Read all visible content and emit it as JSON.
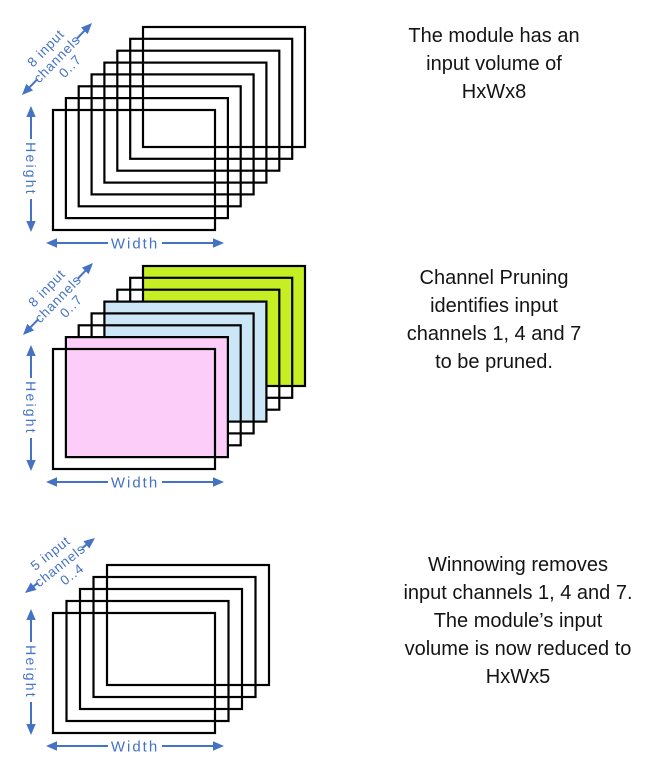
{
  "title": "Channel pruning and winnowing diagram",
  "colors": {
    "arrow_blue": "#4472C4",
    "outline_black": "#000000",
    "pruned_channel_1_pink": "#FBCDF8",
    "pruned_channel_4_light_blue": "#CBE6F6",
    "pruned_channel_7_green": "#C5EE23",
    "background": "#FFFFFF"
  },
  "panels": [
    {
      "id": "input-volume",
      "channel_count": 8,
      "diag_label_lines": [
        "8 input",
        "channels"
      ],
      "range_label": "0..7",
      "height_label": "Height",
      "width_label": "Width",
      "highlighted_channels": [],
      "caption_lines": [
        "The module has an",
        "input volume of",
        "HxWx8"
      ]
    },
    {
      "id": "channel-pruning",
      "channel_count": 8,
      "diag_label_lines": [
        "8 input",
        "channels"
      ],
      "range_label": "0..7",
      "height_label": "Height",
      "width_label": "Width",
      "highlighted_channels": [
        {
          "channel": 1,
          "color_name": "pink",
          "fill": "#FBCDF8"
        },
        {
          "channel": 4,
          "color_name": "light-blue",
          "fill": "#CBE6F6"
        },
        {
          "channel": 7,
          "color_name": "green",
          "fill": "#C5EE23"
        }
      ],
      "caption_lines": [
        "Channel Pruning",
        "identifies input",
        "channels 1, 4 and 7",
        "to be pruned."
      ]
    },
    {
      "id": "winnowing",
      "channel_count": 5,
      "diag_label_lines": [
        "5 input",
        "channels"
      ],
      "range_label": "0..4",
      "height_label": "Height",
      "width_label": "Width",
      "highlighted_channels": [],
      "caption_lines": [
        "Winnowing removes",
        "input channels 1, 4 and 7.",
        "The module’s input",
        "volume is now reduced to",
        "HxWx5"
      ]
    }
  ]
}
